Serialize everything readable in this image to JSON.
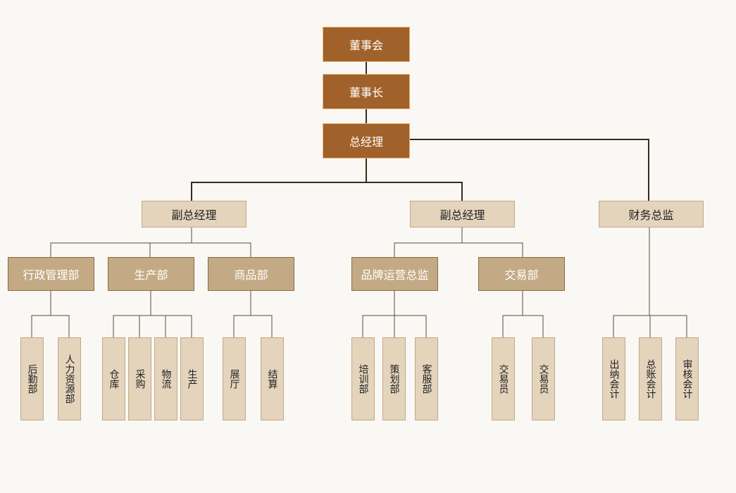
{
  "chart": {
    "board": "董事会",
    "chairman": "董事长",
    "gm": "总经理",
    "vp1": "副总经理",
    "vp2": "副总经理",
    "cfo": "财务总监",
    "departments": {
      "admin": "行政管理部",
      "production": "生产部",
      "goods": "商品部",
      "brand": "品牌运营总监",
      "trading": "交易部"
    },
    "teams": {
      "logistics_support": "后勤部",
      "hr": "人力资源部",
      "warehouse": "仓库",
      "procurement": "采购",
      "logistics": "物流",
      "manufacturing": "生产",
      "showroom": "展厅",
      "settlement": "结算",
      "training": "培训部",
      "planning": "策划部",
      "customer_service": "客服部",
      "trader1": "交易员",
      "trader2": "交易员",
      "cashier": "出纳会计",
      "ledger": "总账会计",
      "audit": "审核会计"
    }
  },
  "colors": {
    "top_fill": "#a0622a",
    "top_border": "#f0b070",
    "manager_fill": "#e4d4bc",
    "dept_fill": "#c4aa84",
    "connector_dark": "#3a2a1a",
    "connector_light": "#5a4a3a"
  }
}
